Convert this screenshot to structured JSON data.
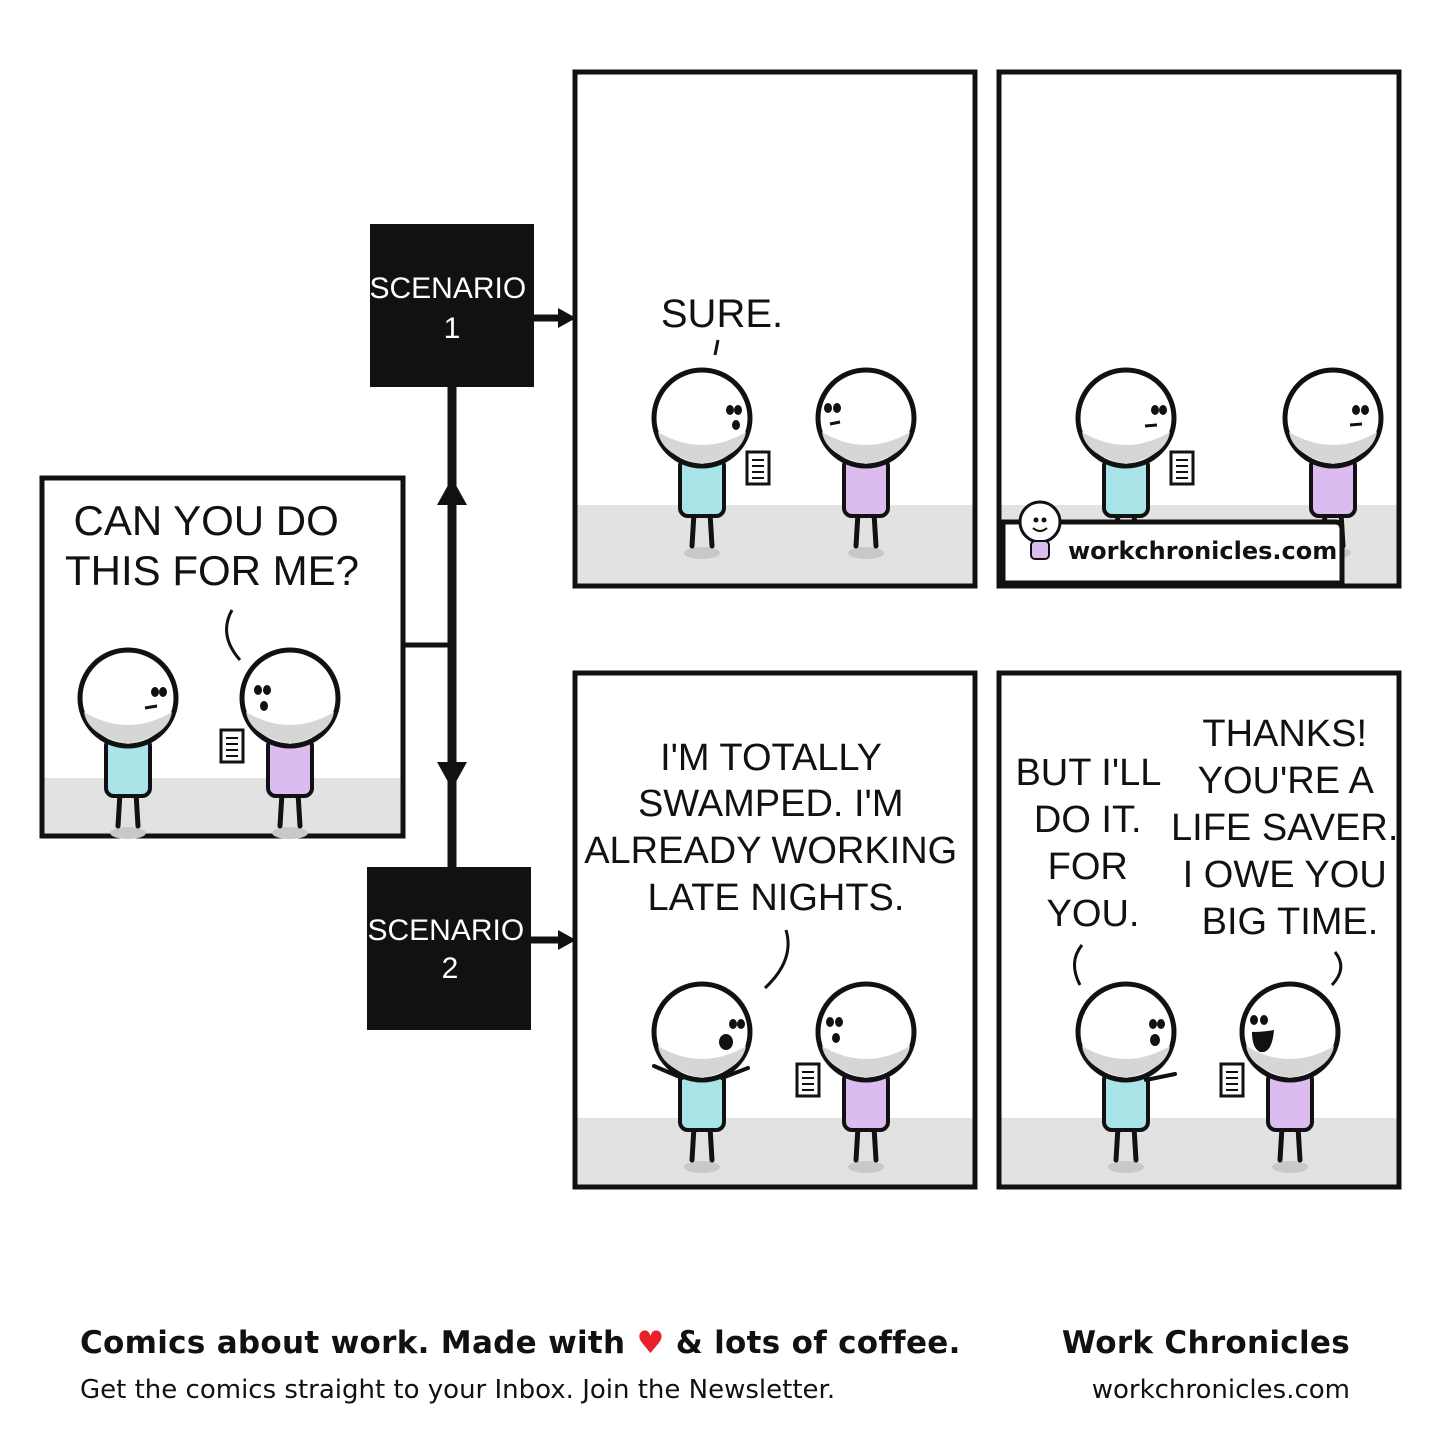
{
  "panels": {
    "start": {
      "speech": [
        "CAN YOU DO",
        "THIS FOR ME?"
      ]
    },
    "scenario1": {
      "label": [
        "SCENARIO",
        "1"
      ],
      "panel1_speech": [
        "SURE."
      ],
      "watermark": "workchronicles.com"
    },
    "scenario2": {
      "label": [
        "SCENARIO",
        "2"
      ],
      "panel1_speech": [
        "I'M TOTALLY",
        "SWAMPED. I'M",
        "ALREADY WORKING",
        "LATE NIGHTS."
      ],
      "panel2_speech_left": [
        "BUT I'LL",
        "DO IT.",
        "FOR",
        "YOU."
      ],
      "panel2_speech_right": [
        "THANKS!",
        "YOU'RE A",
        "LIFE SAVER.",
        "I OWE YOU",
        "BIG TIME."
      ]
    }
  },
  "footer": {
    "tagline_before": "Comics about work. Made with",
    "heart_icon": "♥",
    "tagline_after": "& lots of coffee.",
    "newsletter": "Get the comics straight to your Inbox. Join the Newsletter.",
    "brand": "Work Chronicles",
    "site": "workchronicles.com"
  },
  "colors": {
    "shirt_blue": "#a8e4e8",
    "shirt_purple": "#dcbcf0",
    "floor": "#e2e2e2",
    "heart": "#e8202a"
  }
}
